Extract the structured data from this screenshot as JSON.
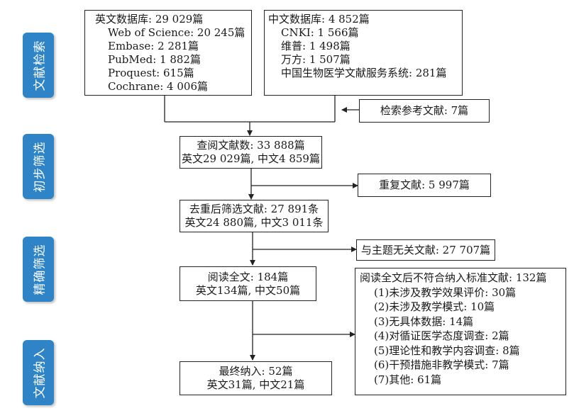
{
  "stages": [
    "文献检索",
    "初步筛选",
    "精确筛选",
    "文献纳入"
  ],
  "english_db": {
    "title": "英文数据库: 29 029篇",
    "items": [
      "Web of Science: 20 245篇",
      "Embase: 2 281篇",
      "PubMed: 1 882篇",
      "Proquest: 615篇",
      "Cochrane: 4 006篇"
    ]
  },
  "chinese_db": {
    "title": "中文数据库: 4 852篇",
    "items": [
      "CNKI: 1 566篇",
      "维普: 1 498篇",
      "万方: 1 507篇",
      "中国生物医学文献服务系统: 281篇"
    ]
  },
  "reference_docs": "检索参考文献: 7篇",
  "reviewed": [
    "查阅文献数: 33 888篇",
    "英文29 029篇, 中文4 859篇"
  ],
  "duplicates": "重复文献: 5 997篇",
  "dedup_screen": [
    "去重后筛选文献: 27 891条",
    "英文24 880篇, 中文3 011条"
  ],
  "irrelevant": "与主题无关文献: 27 707篇",
  "fulltext": [
    "阅读全文: 184篇",
    "英文134篇, 中文50篇"
  ],
  "excluded": {
    "title": "阅读全文后不符合纳入标准文献: 132篇",
    "items": [
      "(1)未涉及教学效果评价: 30篇",
      "(2)未涉及教学模式: 10篇",
      "(3)无具体数据: 14篇",
      "(4)对循证医学态度调查: 2篇",
      "(5)理论性和教学内容调查: 8篇",
      "(6)干预措施非教学模式: 7篇",
      "(7)其他: 61篇"
    ]
  },
  "final": [
    "最终纳入: 52篇",
    "英文31篇, 中文21篇"
  ],
  "colors": {
    "stage_fill": "#2e84c6",
    "stage_text": "#ffffff",
    "line": "#222222"
  }
}
